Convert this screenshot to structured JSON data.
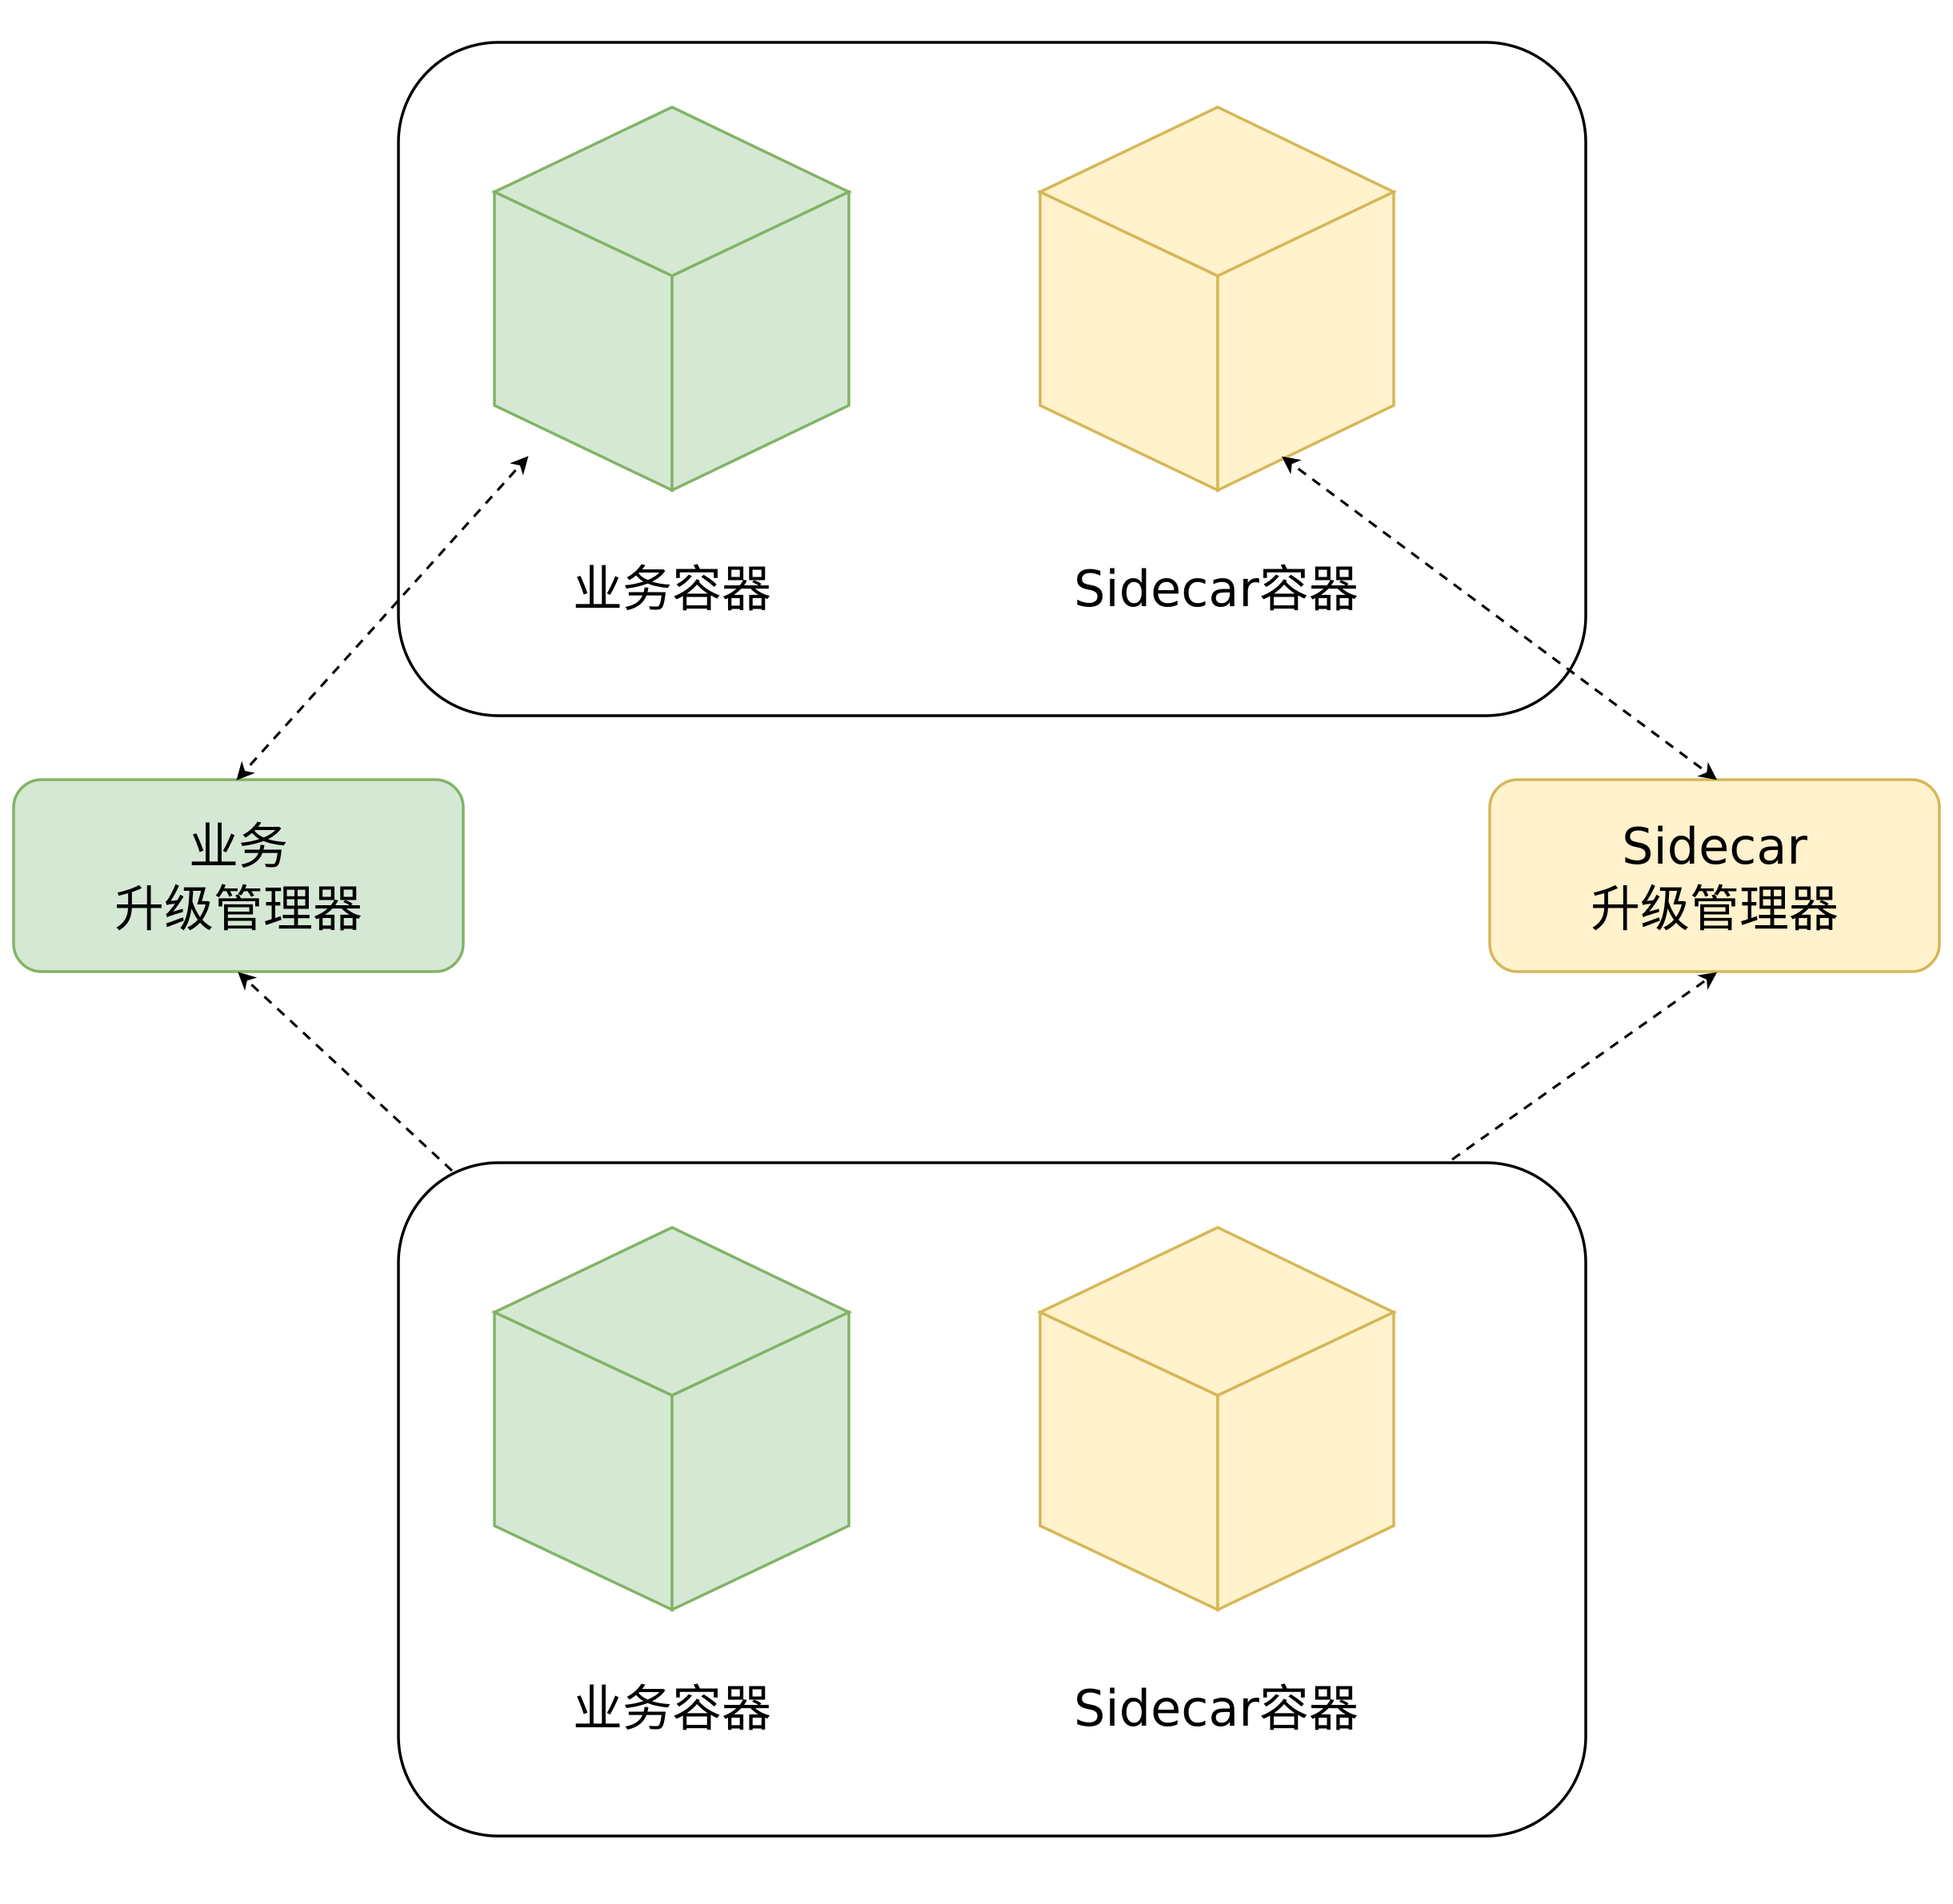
{
  "colors": {
    "business_fill": "#d5e8d4",
    "business_stroke": "#82b366",
    "sidecar_fill": "#fff2cc",
    "sidecar_stroke": "#d6b656",
    "container_stroke": "#000000",
    "edge": "#000000"
  },
  "pods": [
    {
      "business_label": "业务容器",
      "sidecar_label": "Sidecar容器"
    },
    {
      "business_label": "业务容器",
      "sidecar_label": "Sidecar容器"
    }
  ],
  "managers": {
    "business": {
      "line1": "业务",
      "line2": "升级管理器"
    },
    "sidecar": {
      "line1": "Sidecar",
      "line2": "升级管理器"
    }
  }
}
